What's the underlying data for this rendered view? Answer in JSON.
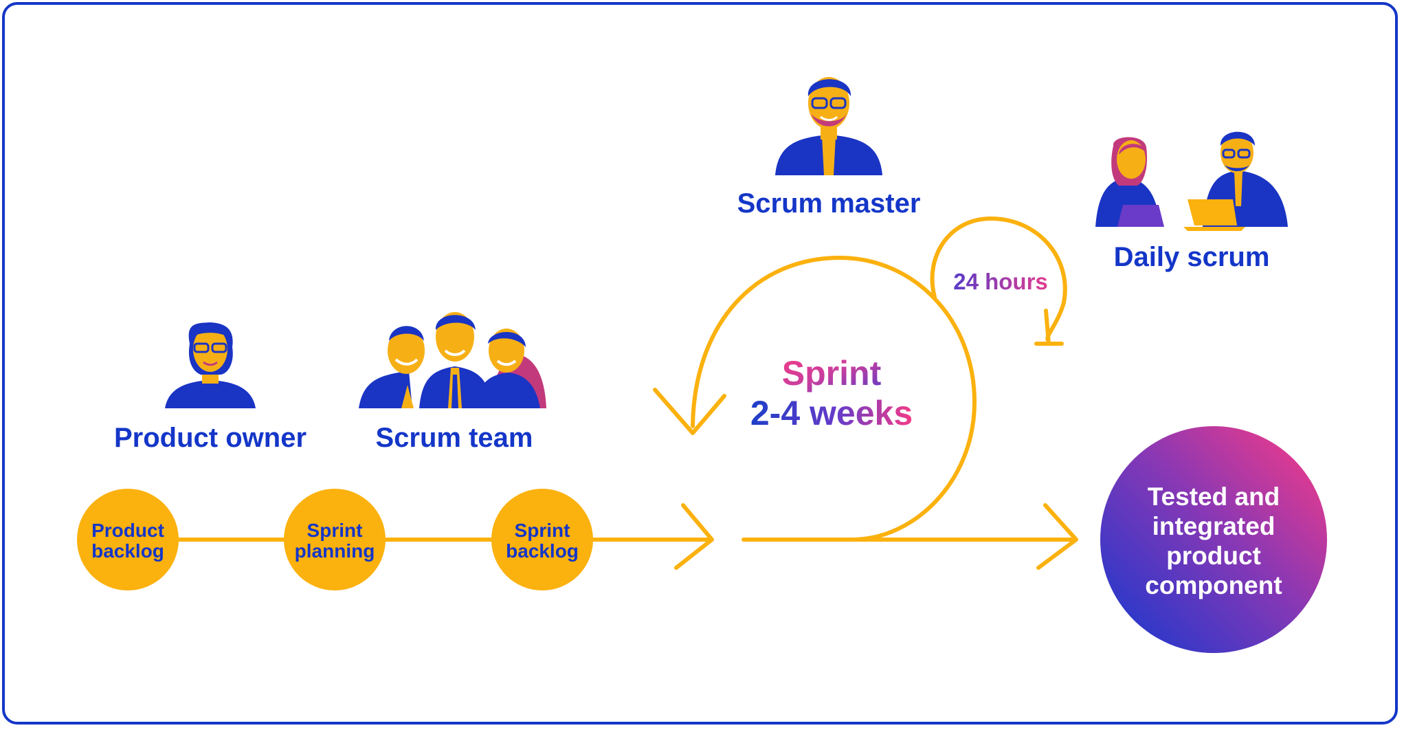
{
  "colors": {
    "brand_blue": "#1436c8",
    "accent_yellow": "#fbb10e",
    "gradient_pink": "#f43b86",
    "gradient_purple": "#6a3bc8",
    "text_white": "#ffffff"
  },
  "roles": {
    "product_owner": "Product owner",
    "scrum_team": "Scrum team",
    "scrum_master": "Scrum master",
    "daily_scrum": "Daily scrum"
  },
  "steps": [
    {
      "line1": "Product",
      "line2": "backlog"
    },
    {
      "line1": "Sprint",
      "line2": "planning"
    },
    {
      "line1": "Sprint",
      "line2": "backlog"
    }
  ],
  "sprint": {
    "line1": "Sprint",
    "line2": "2-4 weeks"
  },
  "daily_cycle": {
    "label": "24 hours"
  },
  "result": {
    "line1": "Tested and",
    "line2": "integrated",
    "line3": "product",
    "line4": "component"
  },
  "icons": {
    "product_owner": "person-woman-glasses-icon",
    "scrum_team": "group-three-people-icon",
    "scrum_master": "person-man-glasses-icon",
    "daily_scrum": "two-people-laptops-icon"
  }
}
